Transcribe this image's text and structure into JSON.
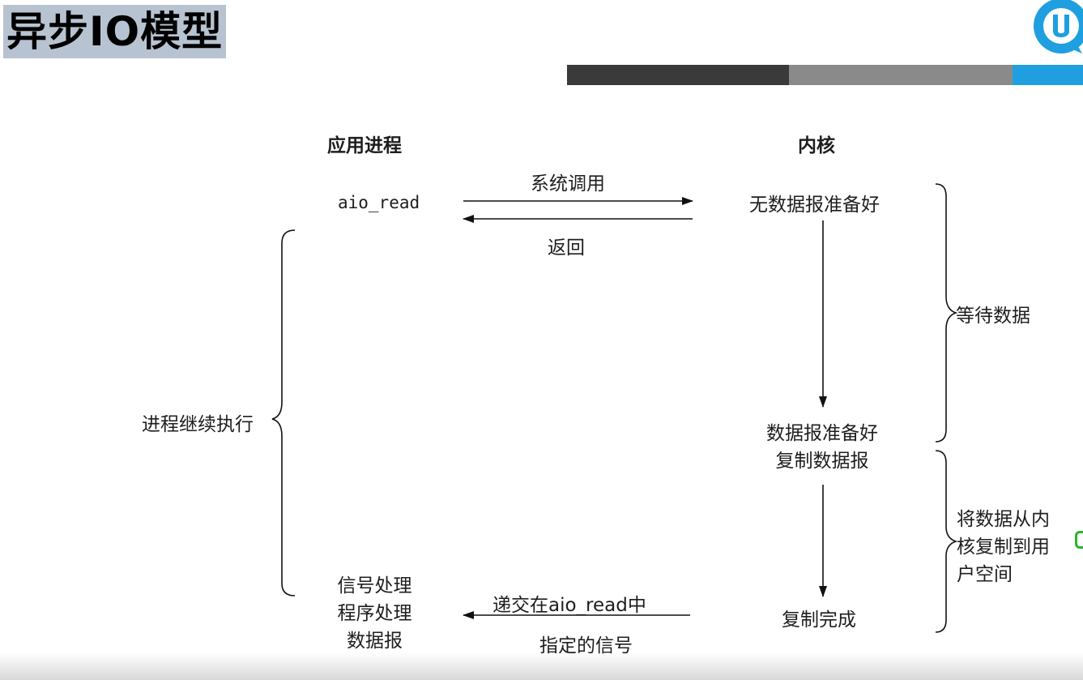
{
  "title": "异步IO模型",
  "columns": {
    "app": "应用进程",
    "kernel": "内核"
  },
  "app": {
    "call": "aio_read",
    "continue": "进程继续执行",
    "handler": [
      "信号处理",
      "程序处理",
      "数据报"
    ]
  },
  "arrows": {
    "syscall": "系统调用",
    "return": "返回",
    "signal": [
      "递交在aio_read中",
      "指定的信号"
    ]
  },
  "kernel": {
    "not_ready": "无数据报准备好",
    "ready": [
      "数据报准备好",
      "复制数据报"
    ],
    "done": "复制完成"
  },
  "phases": {
    "wait": "等待数据",
    "copy": [
      "将数据从内",
      "核复制到用",
      "户空间"
    ]
  },
  "colors": {
    "title_bg": "#b7c3d0",
    "bar_dark": "#3a3a3a",
    "bar_mid": "#8a8a8a",
    "bar_blue": "#1f9fe0",
    "logo": "#1f9fe0"
  }
}
